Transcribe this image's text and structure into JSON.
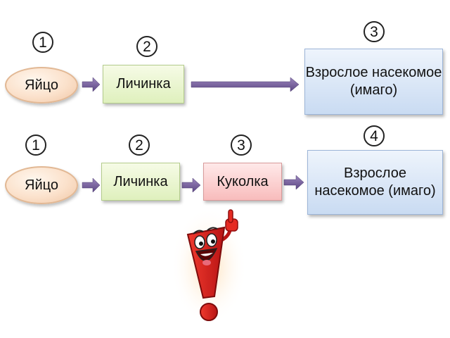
{
  "row1": {
    "numbers": [
      "1",
      "2",
      "3"
    ],
    "egg": "Яйцо",
    "larva": "Личинка",
    "adult": "Взрослое насекомое (имаго)"
  },
  "row2": {
    "numbers": [
      "1",
      "2",
      "3",
      "4"
    ],
    "egg": "Яйцо",
    "larva": "Личинка",
    "pupa": "Куколка",
    "adult": "Взрослое насекомое (имаго)"
  },
  "colors": {
    "arrow": "#7b62a0",
    "larva_box": "#dff0bd",
    "pupa_box": "#f8bcbc",
    "adult_box": "#c9dbf2",
    "egg": "#fbe1cb",
    "mascot": "#e02222"
  },
  "icons": [
    "exclamation-mascot-icon"
  ]
}
